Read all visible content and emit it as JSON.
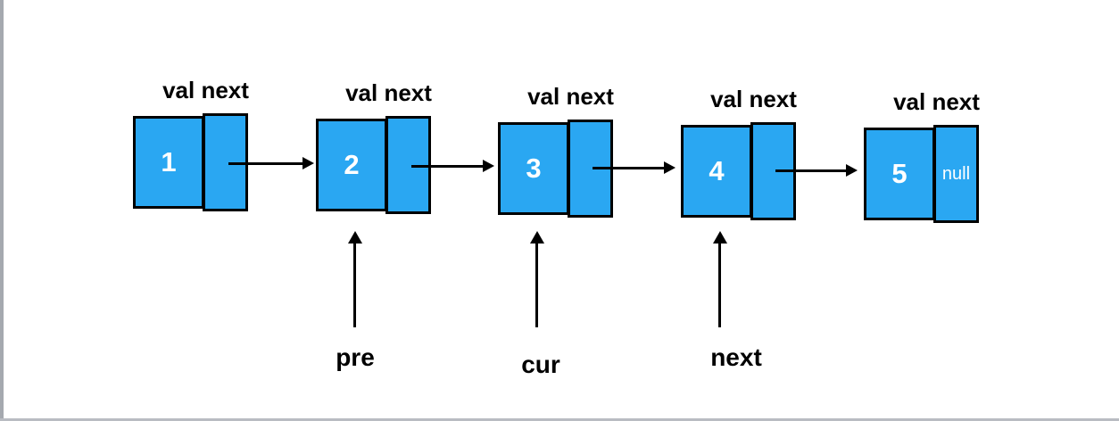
{
  "diagram": {
    "type": "singly-linked-list",
    "nodes": [
      {
        "fields_label": "val next",
        "value": "1",
        "next_value": ""
      },
      {
        "fields_label": "val next",
        "value": "2",
        "next_value": ""
      },
      {
        "fields_label": "val next",
        "value": "3",
        "next_value": ""
      },
      {
        "fields_label": "val next",
        "value": "4",
        "next_value": ""
      },
      {
        "fields_label": "val next",
        "value": "5",
        "next_value": "null"
      }
    ],
    "pointers": [
      {
        "label": "pre",
        "points_to_node": "2"
      },
      {
        "label": "cur",
        "points_to_node": "3"
      },
      {
        "label": "next",
        "points_to_node": "4"
      }
    ],
    "colors": {
      "node_fill": "#2aa7f2",
      "node_border": "#000000",
      "value_text": "#ffffff",
      "label_text": "#000000",
      "arrow": "#000000",
      "frame_edge": "#a5a9af"
    }
  }
}
